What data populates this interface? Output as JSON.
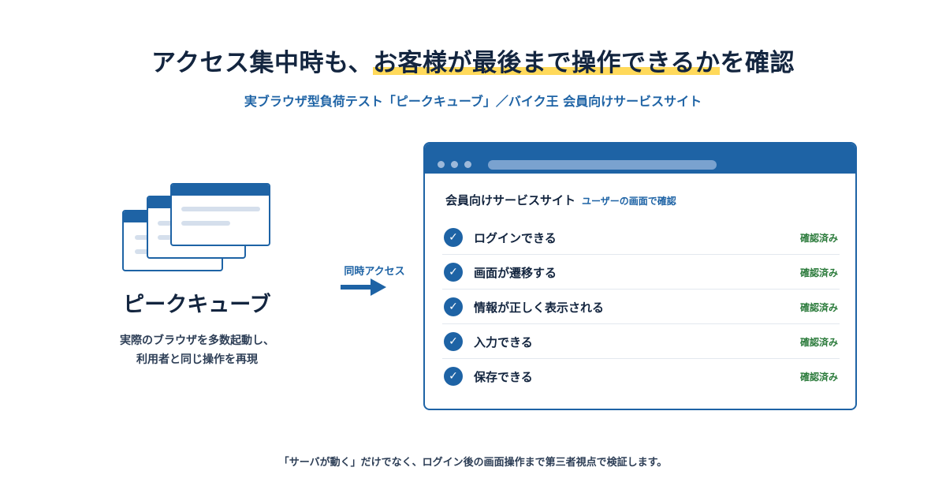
{
  "headline": {
    "part1": "アクセス集中時も、",
    "highlight": "お客様が最後まで操作できるか",
    "part2": "を確認"
  },
  "subtitle": "実ブラウザ型負荷テスト「ピークキューブ」／バイク王 会員向けサービスサイト",
  "product": {
    "name": "ピークキューブ",
    "desc_line1": "実際のブラウザを多数起動し、",
    "desc_line2": "利用者と同じ操作を再現"
  },
  "arrow_label": "同時アクセス",
  "browser": {
    "site_title": "会員向けサービスサイト",
    "site_note": "ユーザーの画面で確認",
    "checks": [
      {
        "label": "ログインできる",
        "status": "確認済み"
      },
      {
        "label": "画面が遷移する",
        "status": "確認済み"
      },
      {
        "label": "情報が正しく表示される",
        "status": "確認済み"
      },
      {
        "label": "入力できる",
        "status": "確認済み"
      },
      {
        "label": "保存できる",
        "status": "確認済み"
      }
    ],
    "check_glyph": "✓"
  },
  "footer": "「サーバが動く」だけでなく、ログイン後の画面操作まで第三者視点で検証します。",
  "colors": {
    "navy": "#13253f",
    "brand_blue": "#1e63a5",
    "highlight_yellow": "#ffd95a",
    "ok_green": "#2a7a3a"
  }
}
